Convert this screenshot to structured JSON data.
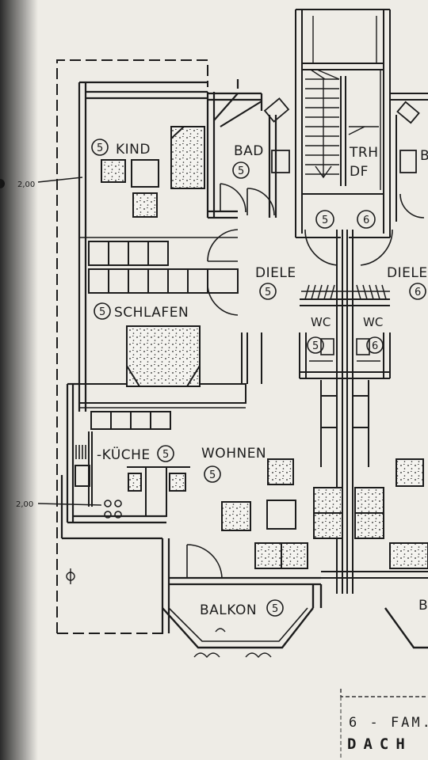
{
  "rooms": {
    "kind": {
      "label": "KIND",
      "unit": "5"
    },
    "bad": {
      "label": "BAD",
      "unit": "5"
    },
    "trh_line1": "TRH",
    "trh_line2": "DF",
    "stair_units": [
      "5",
      "6"
    ],
    "diele_left": {
      "label": "DIELE",
      "unit": "5"
    },
    "diele_right": {
      "label": "DIELE",
      "unit": "6"
    },
    "schlafen": {
      "label": "SCHLAFEN",
      "unit": "5"
    },
    "wc_left": {
      "label": "WC",
      "unit": "5"
    },
    "wc_right": {
      "label": "WC",
      "unit": "6"
    },
    "kueche": {
      "label": "-KÜCHE",
      "unit": "5"
    },
    "wohnen": {
      "label": "WOHNEN",
      "unit": "5"
    },
    "balkon": {
      "label": "BALKON",
      "unit": "5"
    },
    "balkon_right": "B",
    "bad_right": "B"
  },
  "dimensions": {
    "upper": "2,00",
    "lower": "2,00"
  },
  "title_block": {
    "line1": "6 - FAM.",
    "line2": "DACH"
  }
}
